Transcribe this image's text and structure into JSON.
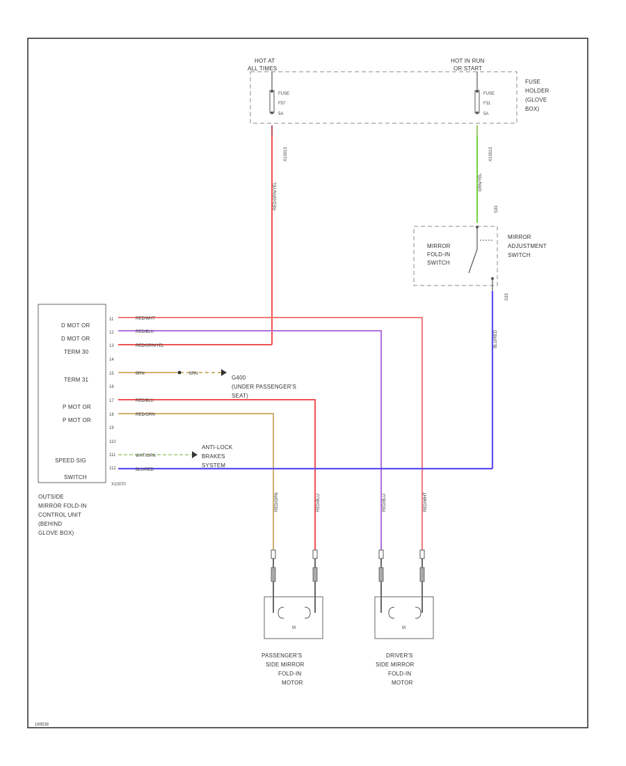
{
  "diagram_id": "169538",
  "colors": {
    "frame": "#333333",
    "red": "#f05050",
    "red_white": "#f07878",
    "red_violet": "#c05060",
    "violet": "#b070e0",
    "blue_red": "#5a4cf0",
    "yellow": "#d0b070",
    "green": "#70d040",
    "green_yellow": "#a0c870"
  },
  "fuse_box": {
    "label": "FUSE HOLDER (GLOVE BOX)",
    "lines": [
      "FUSE",
      "HOLDER",
      "(GLOVE",
      "BOX)"
    ],
    "hot_left": [
      "HOT AT",
      "ALL TIMES"
    ],
    "hot_right": [
      "HOT IN RUN",
      "OR START"
    ],
    "fuse_left": [
      "FUSE",
      "F57",
      "5A"
    ],
    "fuse_right": [
      "FUSE",
      "F31",
      "5A"
    ],
    "conn_left": "X10013",
    "conn_right": "X10013"
  },
  "switch": {
    "left_lines": [
      "MIRROR",
      "FOLD-IN",
      "SWITCH"
    ],
    "right_lines": [
      "MIRROR",
      "ADJUSTMENT",
      "SWITCH"
    ],
    "conn_top": "S33",
    "conn_bottom": "S33"
  },
  "control_unit": {
    "pins_left": [
      {
        "label": "D MOT OR",
        "num": "11"
      },
      {
        "label": "D MOT OR",
        "num": "12"
      },
      {
        "label": "TERM 30",
        "num": "13"
      },
      {
        "label": "",
        "num": "14"
      },
      {
        "label": "TERM 31",
        "num": "15"
      },
      {
        "label": "",
        "num": "16"
      },
      {
        "label": "P MOT OR",
        "num": "17"
      },
      {
        "label": "P MOT OR",
        "num": "18"
      },
      {
        "label": "",
        "num": "19"
      },
      {
        "label": "",
        "num": "110"
      },
      {
        "label": "SPEED SIG",
        "num": "111"
      },
      {
        "label": "SWITCH",
        "num": "112"
      }
    ],
    "connector": "X10070",
    "desc": [
      "OUTSIDE",
      "MIRROR FOLD-IN",
      "CONTROL UNIT",
      "(BEHIND",
      "GLOVE BOX)"
    ]
  },
  "wires": {
    "w1": "RED/WHT",
    "w2": "RED/BLU",
    "w3": "RED/GRN/YEL",
    "w5a": "BRN",
    "w5b": "BRN",
    "w7": "RED/BLU",
    "w8": "RED/GRN",
    "w11": "WHT/GRN",
    "w12": "BLU/RED",
    "fuse_left_wire": "RED/GRN/YEL",
    "fuse_right_wire": "GRN/YEL",
    "switch_out_wire": "BLU/RED",
    "m1": "RED/GRN",
    "m2": "RED/BLU",
    "m3": "RED/BLU",
    "m4": "RED/WHT"
  },
  "ground_note": [
    "G400",
    "(UNDER PASSENGER'S",
    "SEAT)"
  ],
  "abs_note": [
    "ANTI-LOCK",
    "BRAKES",
    "SYSTEM"
  ],
  "motors": {
    "passenger": [
      "PASSENGER'S",
      "SIDE MIRROR",
      "FOLD-IN",
      "MOTOR"
    ],
    "driver": [
      "DRIVER'S",
      "SIDE MIRROR",
      "FOLD-IN",
      "MOTOR"
    ],
    "symbol": "M"
  }
}
